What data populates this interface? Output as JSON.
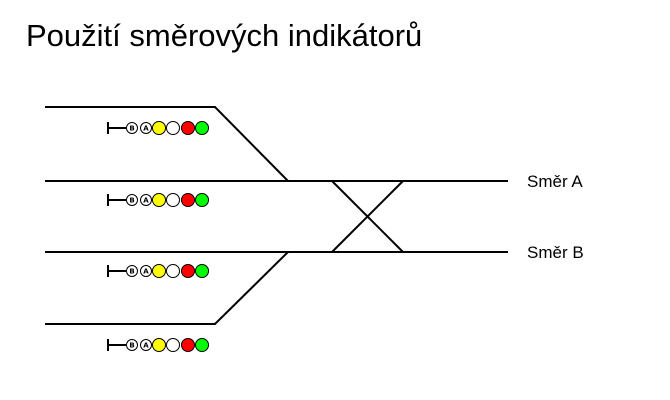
{
  "title": "Použití směrových indikátorů",
  "directions": {
    "a": "Směr A",
    "b": "Směr B"
  },
  "signal": {
    "indicator_b": "B",
    "indicator_a": "A",
    "lamps": [
      {
        "name": "yellow-lamp",
        "color": "#ffff00"
      },
      {
        "name": "white-lamp",
        "color": "#ffffff"
      },
      {
        "name": "red-lamp",
        "color": "#ff0000"
      },
      {
        "name": "green-lamp",
        "color": "#00ff00"
      }
    ]
  }
}
